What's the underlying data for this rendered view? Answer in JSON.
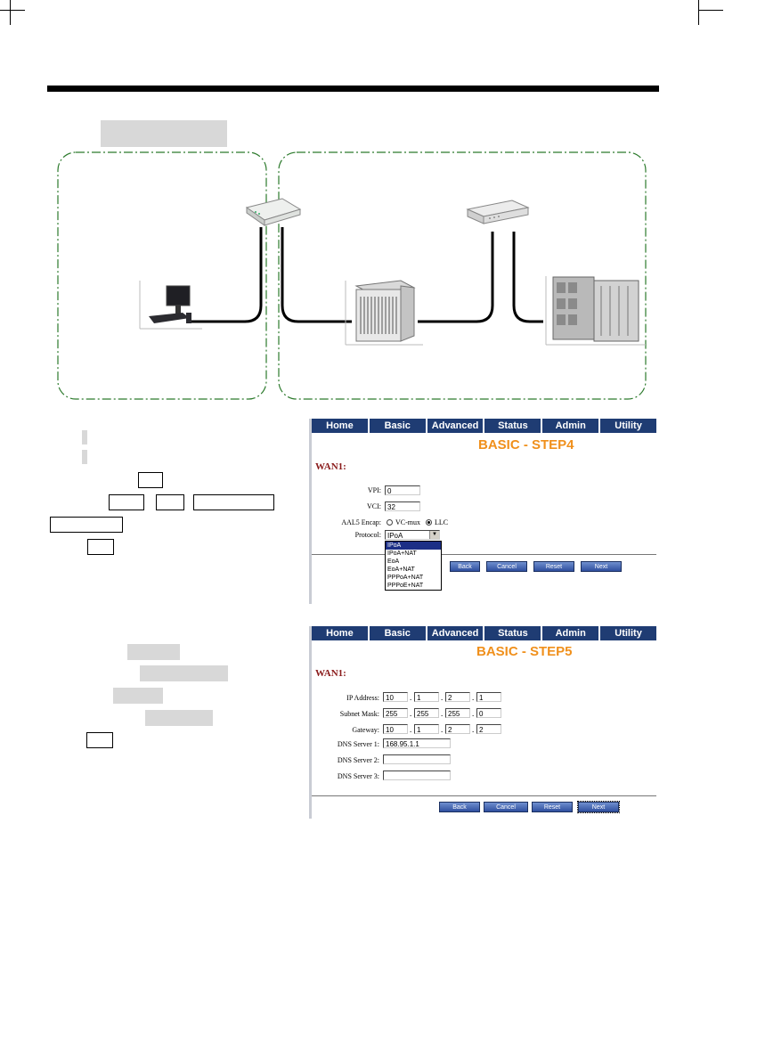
{
  "step4": {
    "nav": [
      "Home",
      "Basic",
      "Advanced",
      "Status",
      "Admin",
      "Utility"
    ],
    "title": "BASIC - STEP4",
    "wan_label": "WAN1:",
    "vpi_label": "VPI:",
    "vpi_value": "0",
    "vci_label": "VCI:",
    "vci_value": "32",
    "encap_label": "AAL5 Encap:",
    "encap_options": [
      "VC-mux",
      "LLC"
    ],
    "protocol_label": "Protocol:",
    "protocol_value": "IPoA",
    "protocol_options": [
      "IPoA",
      "IPoA+NAT",
      "EoA",
      "EoA+NAT",
      "PPPoA+NAT",
      "PPPoE+NAT"
    ],
    "buttons": [
      "Back",
      "Cancel",
      "Reset",
      "Next"
    ]
  },
  "step5": {
    "nav": [
      "Home",
      "Basic",
      "Advanced",
      "Status",
      "Admin",
      "Utility"
    ],
    "title": "BASIC - STEP5",
    "wan_label": "WAN1:",
    "ip_label": "IP Address:",
    "ip_values": [
      "10",
      "1",
      "2",
      "1"
    ],
    "mask_label": "Subnet Mask:",
    "mask_values": [
      "255",
      "255",
      "255",
      "0"
    ],
    "gateway_label": "Gateway:",
    "gateway_values": [
      "10",
      "1",
      "2",
      "2"
    ],
    "dns1_label": "DNS Server 1:",
    "dns1_value": "168.95.1.1",
    "dns2_label": "DNS Server 2:",
    "dns2_value": "",
    "dns3_label": "DNS Server 3:",
    "dns3_value": "",
    "buttons": [
      "Back",
      "Cancel",
      "Reset",
      "Next"
    ]
  }
}
